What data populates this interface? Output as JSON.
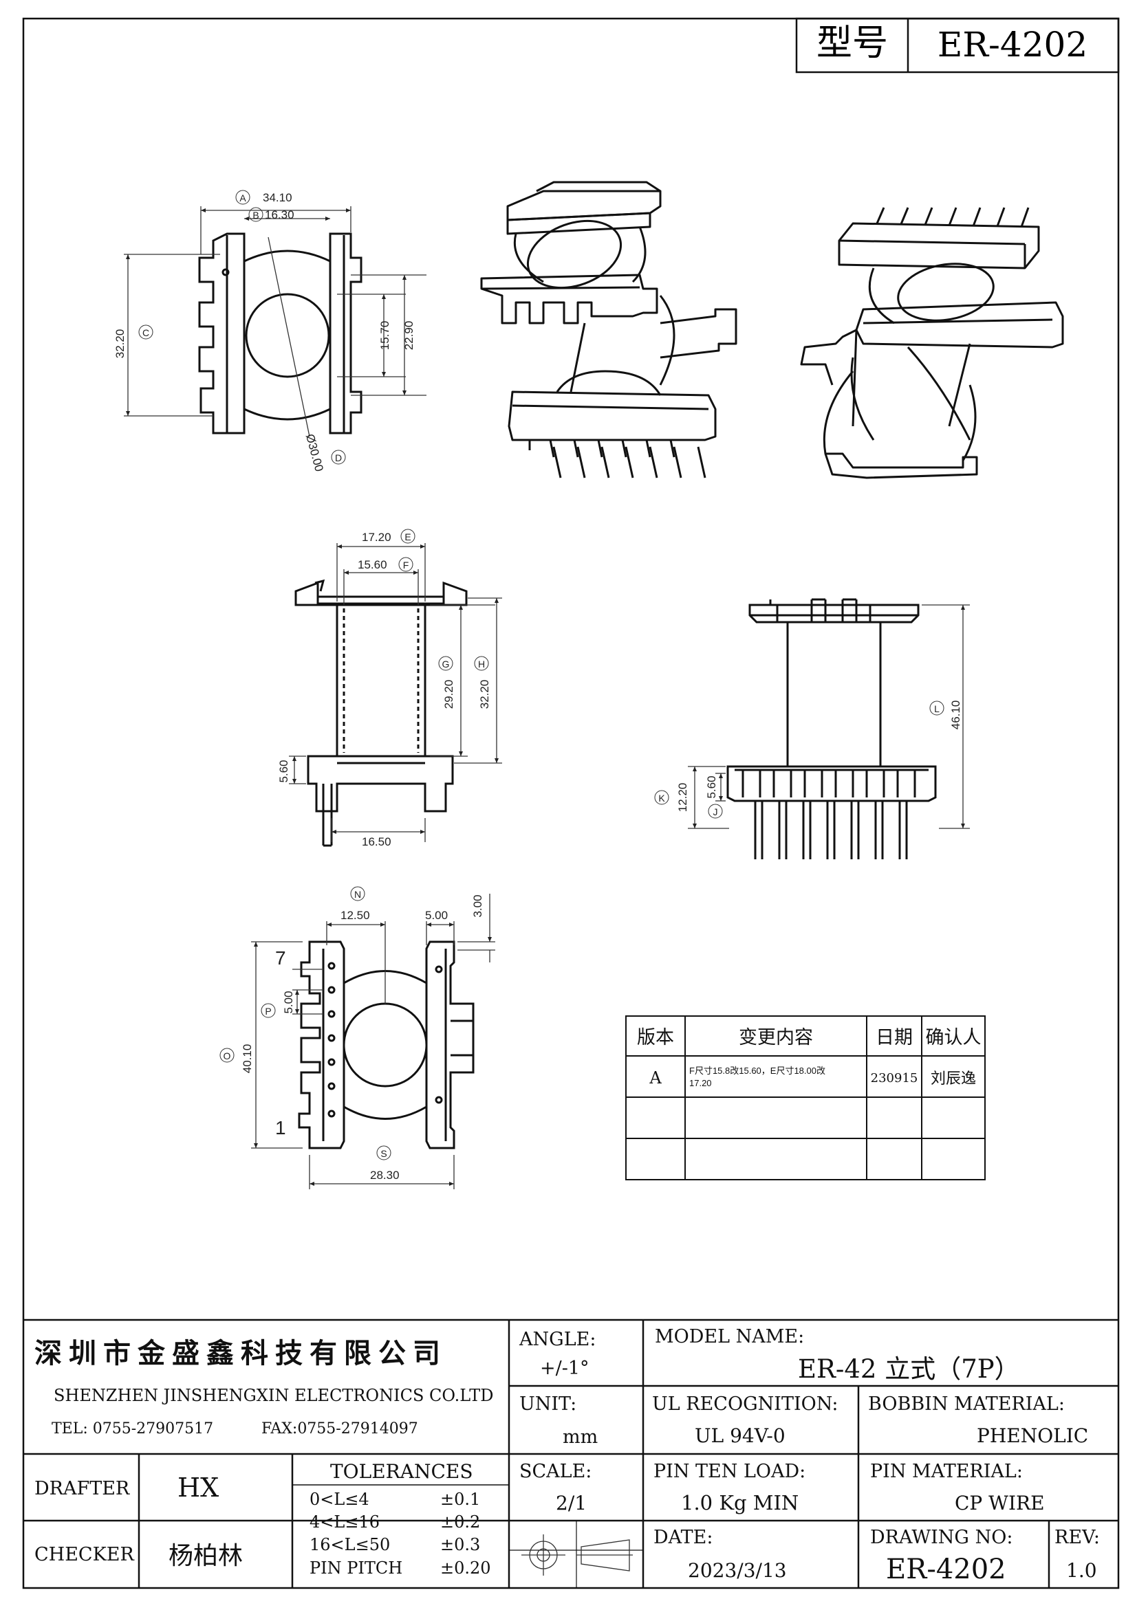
{
  "title_box": {
    "label": "型号",
    "model": "ER-4202"
  },
  "top_view": {
    "dims": [
      {
        "tag": "A",
        "value": "34.10"
      },
      {
        "tag": "B",
        "value": "16.30"
      },
      {
        "tag": "C",
        "value": "32.20"
      },
      {
        "tag": "D",
        "value": "Ø30.00"
      },
      {
        "v1": "15.70",
        "v2": "22.90"
      }
    ]
  },
  "front_view": {
    "e": {
      "tag": "E",
      "value": "17.20"
    },
    "f": {
      "tag": "F",
      "value": "15.60"
    },
    "g": {
      "tag": "G",
      "value": "29.20"
    },
    "h": {
      "tag": "H",
      "value": "32.20"
    },
    "base": "5.60",
    "pin": "16.50"
  },
  "side_view": {
    "l": {
      "tag": "L",
      "value": "46.10"
    },
    "k": {
      "tag": "K",
      "value": "12.20"
    },
    "j": {
      "tag": "J",
      "value": "5.60"
    }
  },
  "bottom_view": {
    "n": {
      "tag": "N",
      "value": "12.50"
    },
    "w5": "5.00",
    "w3": "3.00",
    "o": {
      "tag": "O",
      "value": "40.10"
    },
    "p": {
      "tag": "P",
      "value": "5.00"
    },
    "s": {
      "tag": "S",
      "value": "28.30"
    },
    "pin7": "7",
    "pin1": "1"
  },
  "revision_table": {
    "headers": [
      "版本",
      "变更内容",
      "日期",
      "确认人"
    ],
    "rows": [
      {
        "ver": "A",
        "content_line1": "F尺寸15.8改15.60，E尺寸18.00改",
        "content_line2": "17.20",
        "date": "230915",
        "by": "刘辰逸"
      },
      {
        "ver": "",
        "content_line1": "",
        "content_line2": "",
        "date": "",
        "by": ""
      },
      {
        "ver": "",
        "content_line1": "",
        "content_line2": "",
        "date": "",
        "by": ""
      }
    ]
  },
  "title_block": {
    "company_cn": "深圳市金盛鑫科技有限公司",
    "company_en": "SHENZHEN JINSHENGXIN ELECTRONICS  CO.LTD",
    "tel": "TEL: 0755-27907517",
    "fax": "FAX:0755-27914097",
    "angle_label": "ANGLE:",
    "angle_value": "+/-1°",
    "model_label": "MODEL NAME:",
    "model_value": "ER-42 立式（7P）",
    "unit_label": "UNIT:",
    "unit_value": "mm",
    "ul_label": "UL RECOGNITION:",
    "ul_value": "UL 94V-0",
    "bobbin_label": "BOBBIN MATERIAL:",
    "bobbin_value": "PHENOLIC",
    "drafter_label": "DRAFTER",
    "drafter_value": "HX",
    "checker_label": "CHECKER",
    "checker_value": "杨柏林",
    "tol_title": "TOLERANCES",
    "tol_rows": [
      {
        "range": "0<L≤4",
        "tol": "±0.1"
      },
      {
        "range": "4<L≤16",
        "tol": "±0.2"
      },
      {
        "range": "16<L≤50",
        "tol": "±0.3"
      },
      {
        "range": "PIN PITCH",
        "tol": "±0.20"
      }
    ],
    "scale_label": "SCALE:",
    "scale_value": "2/1",
    "pinload_label": "PIN TEN LOAD:",
    "pinload_value": "1.0 Kg MIN",
    "pinmat_label": "PIN MATERIAL:",
    "pinmat_value": "CP WIRE",
    "date_label": "DATE:",
    "date_value": "2023/3/13",
    "drawno_label": "DRAWING NO:",
    "drawno_value": "ER-4202",
    "rev_label": "REV:",
    "rev_value": "1.0"
  }
}
